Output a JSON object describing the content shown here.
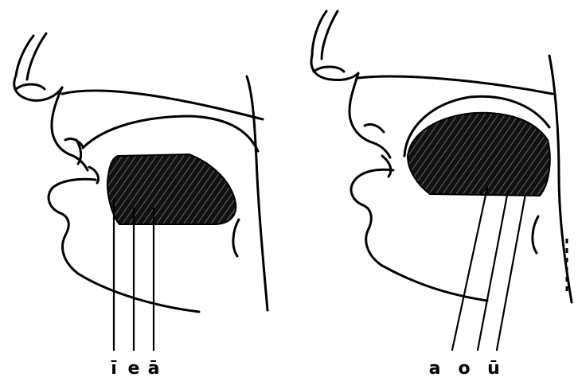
{
  "panels": [
    {
      "id": "front-vowels",
      "labels": [
        "ī",
        "e",
        "ā"
      ]
    },
    {
      "id": "back-vowels",
      "labels": [
        "a",
        "o",
        "ū"
      ]
    }
  ],
  "colors": {
    "ink": "#000000",
    "background": "#ffffff"
  }
}
